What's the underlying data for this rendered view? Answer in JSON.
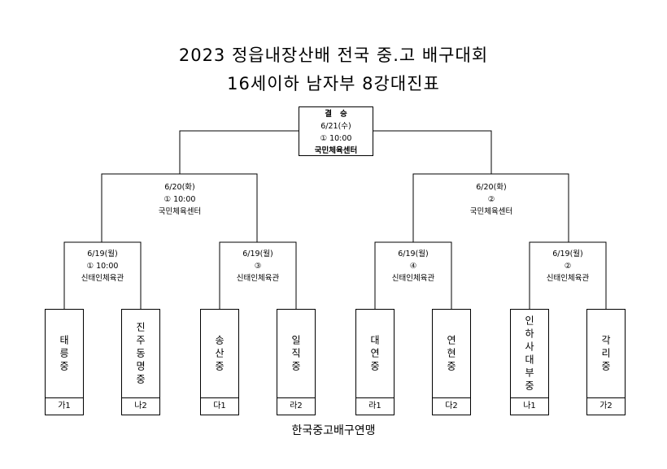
{
  "title_line1": "2023 정읍내장산배 전국 중.고 배구대회",
  "title_line2": "16세이하 남자부 8강대진표",
  "final": {
    "label": "결   승",
    "date": "6/21(수)",
    "time": "① 10:00",
    "venue": "국민체육센터"
  },
  "semifinals": [
    {
      "date": "6/20(화)",
      "time": "①  10:00",
      "venue": "국민체육센터"
    },
    {
      "date": "6/20(화)",
      "time": "②",
      "venue": "국민체육센터"
    }
  ],
  "quarterfinals": [
    {
      "date": "6/19(월)",
      "time": "①  10:00",
      "venue": "신태인체육관"
    },
    {
      "date": "6/19(월)",
      "time": "③",
      "venue": "신태인체육관"
    },
    {
      "date": "6/19(월)",
      "time": "④",
      "venue": "신태인체육관"
    },
    {
      "date": "6/19(월)",
      "time": "②",
      "venue": "신태인체육관"
    }
  ],
  "teams": [
    {
      "name": "태릉중",
      "seed": "가1"
    },
    {
      "name": "진주동명중",
      "seed": "나2"
    },
    {
      "name": "송산중",
      "seed": "다1"
    },
    {
      "name": "일직중",
      "seed": "라2"
    },
    {
      "name": "대연중",
      "seed": "라1"
    },
    {
      "name": "연현중",
      "seed": "다2"
    },
    {
      "name": "인하사대부중",
      "seed": "나1"
    },
    {
      "name": "각리중",
      "seed": "가2"
    }
  ],
  "footer": "한국중고배구연맹"
}
